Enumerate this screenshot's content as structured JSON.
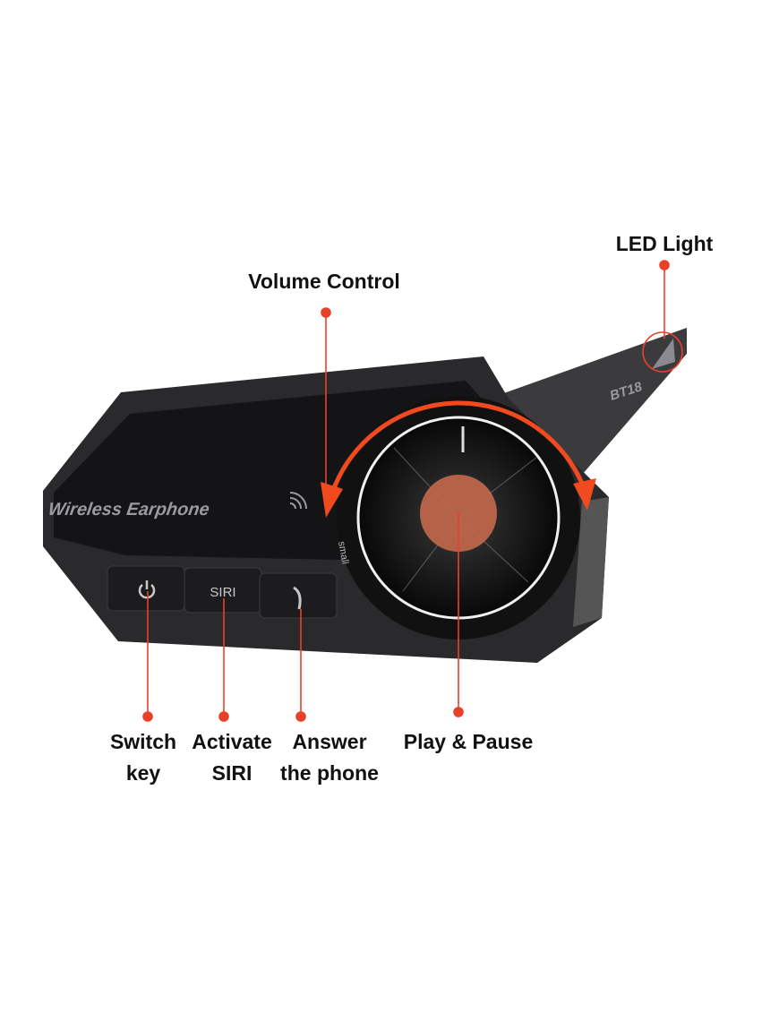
{
  "labels": {
    "led_light": "LED Light",
    "volume_control": "Volume Control",
    "switch_key": [
      "Switch",
      "key"
    ],
    "activate_siri": [
      "Activate",
      "SIRI"
    ],
    "answer_phone": [
      "Answer",
      "the phone"
    ],
    "play_pause": "Play & Pause"
  },
  "device": {
    "brand_text": "Wireless Earphone",
    "model": "BT18",
    "siri_button": "SIRI",
    "dial_text": "small"
  },
  "colors": {
    "accent": "#f04a1e",
    "callout": "#e8412a",
    "center": "#c0684c",
    "body": "#2a2a2c"
  }
}
